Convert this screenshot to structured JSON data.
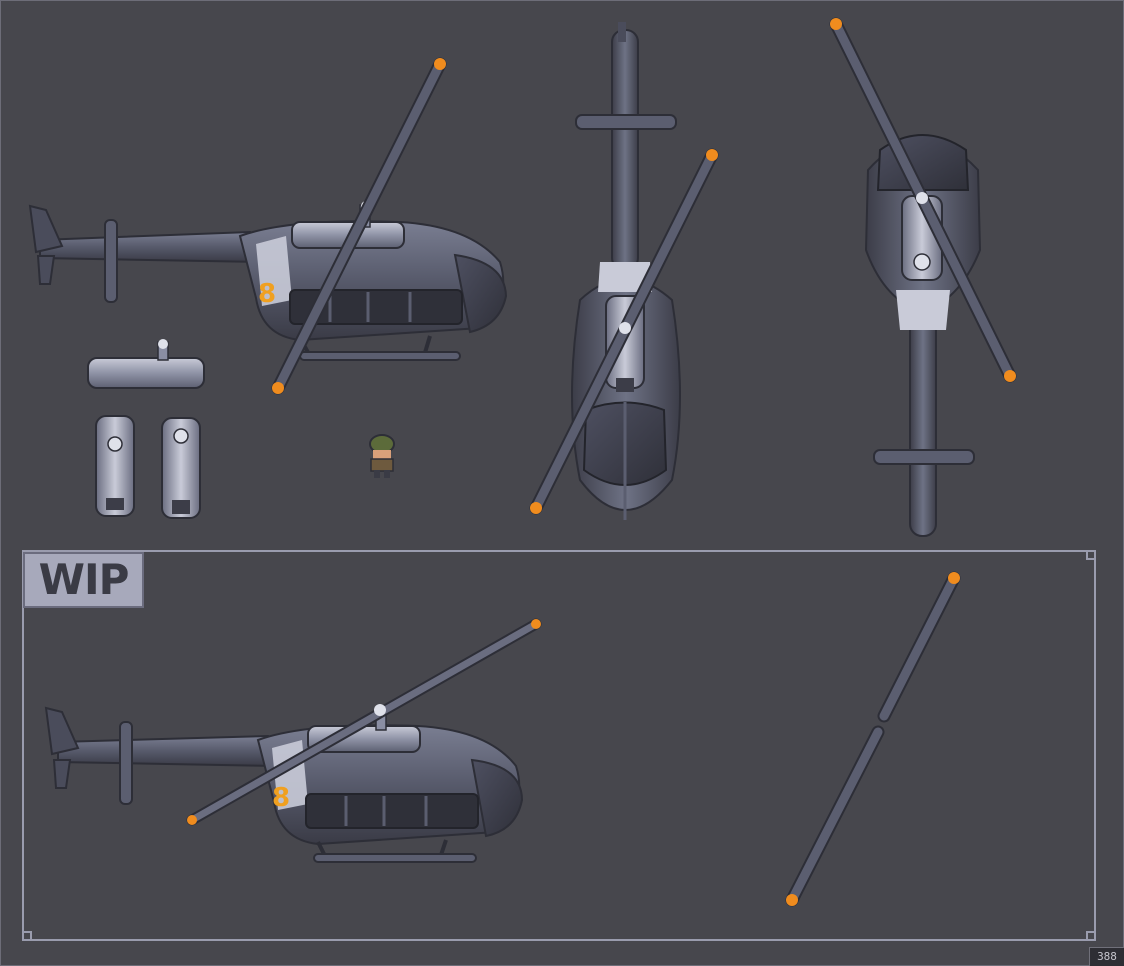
{
  "labels": {
    "wip": "WIP",
    "counter": "388"
  },
  "tail_number": "8",
  "sprites": {
    "side_view": "helicopter-side-sprite",
    "front_view": "helicopter-front-sprite",
    "top_view": "helicopter-top-sprite",
    "wip_side_view": "helicopter-wip-side-sprite",
    "rotor_blade": "rotor-blade-sprite",
    "engine_parts": "engine-part-sprite",
    "pilot": "pilot-character-sprite"
  },
  "colors": {
    "background": "#47474d",
    "hull_dark": "#3c3d48",
    "hull_mid": "#5b5e70",
    "hull_light": "#8a8ea3",
    "highlight": "#c9cbd8",
    "blade_tip": "#f08c1e",
    "tail_number": "#f0a020",
    "wip_frame": "#9a9cae"
  }
}
